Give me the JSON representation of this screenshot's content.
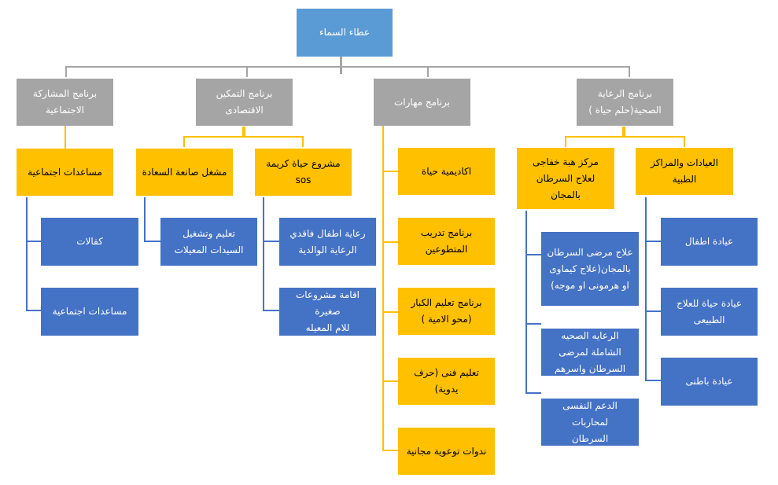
{
  "colors": {
    "root": "#5b9bd5",
    "program": "#a5a5a5",
    "project": "#ffc000",
    "service": "#4472c4"
  },
  "root": {
    "label": "عطاء السماء"
  },
  "programs": [
    {
      "label": "برنامج المشاركة\nالاجتماعية"
    },
    {
      "label": "برنامج التمكين\nالاقتصادى"
    },
    {
      "label": "برنامج مهارات"
    },
    {
      "label": "برنامج الرعاية\nالصحية(حلم حياة )"
    }
  ],
  "social": {
    "project": {
      "label": "مساعدات اجتماعية"
    },
    "services": [
      {
        "label": "كفالات"
      },
      {
        "label": "مساعدات اجتماعية"
      }
    ]
  },
  "economic": {
    "projects": [
      {
        "label": "مشغل صانعة السعادة"
      },
      {
        "label": "مشروع حياة كريمة sos"
      }
    ],
    "happiness_services": [
      {
        "label": "تعليم وتشغيل\nالسيدات المعيلات"
      }
    ],
    "sos_services": [
      {
        "label": "رعاية اطفال فاقدي\nالرعاية الوالدية"
      },
      {
        "label": "اقامة مشروعات صغيرة\nللام المعيله"
      }
    ]
  },
  "skills": {
    "projects": [
      {
        "label": "اكاديمية حياة"
      },
      {
        "label": "برنامج تدريب\nالمتطوعين"
      },
      {
        "label": "برنامج تعليم الكبار\n(محو الامية )"
      },
      {
        "label": "تعليم فنى (حرف\nيدوية)"
      },
      {
        "label": "ندوات توعوية مجانية"
      }
    ]
  },
  "health": {
    "projects": [
      {
        "label": "مركز هبة  خفاجى\nلعلاج السرطان بالمجان"
      },
      {
        "label": "العيادات والمراكز\nالطبية"
      }
    ],
    "cancer_services": [
      {
        "label": "علاج مرضى السرطان\nبالمجان(علاج كيماوى\nاو هرمونى او موجه)"
      },
      {
        "label": "الرعايه الصحيه\nالشاملة  لمرضى\nالسرطان واسرهم"
      },
      {
        "label": "الدعم النفسى لمحاربات\nالسرطان"
      }
    ],
    "clinic_services": [
      {
        "label": "عيادة اطفال"
      },
      {
        "label": "عيادة حياة للعلاج\nالطبيعى"
      },
      {
        "label": "عيادة باطنى"
      }
    ]
  }
}
